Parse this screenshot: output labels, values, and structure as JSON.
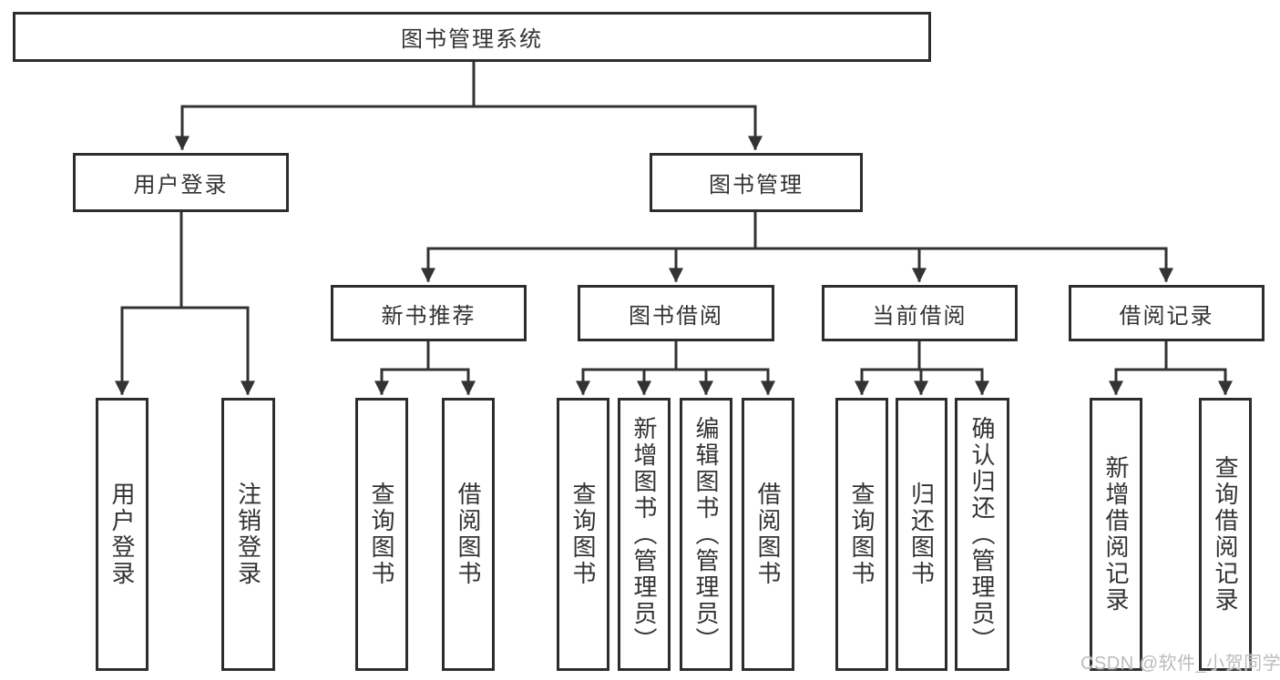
{
  "diagram": {
    "root": {
      "label": "图书管理系统"
    },
    "branches": [
      {
        "label": "用户登录",
        "children": [
          {
            "label": "用户登录"
          },
          {
            "label": "注销登录"
          }
        ]
      },
      {
        "label": "图书管理",
        "children": [
          {
            "label": "新书推荐",
            "children": [
              {
                "label": "查询图书"
              },
              {
                "label": "借阅图书"
              }
            ]
          },
          {
            "label": "图书借阅",
            "children": [
              {
                "label": "查询图书"
              },
              {
                "label": "新增图书（管理员）"
              },
              {
                "label": "编辑图书（管理员）"
              },
              {
                "label": "借阅图书"
              }
            ]
          },
          {
            "label": "当前借阅",
            "children": [
              {
                "label": "查询图书"
              },
              {
                "label": "归还图书"
              },
              {
                "label": "确认归还（管理员）"
              }
            ]
          },
          {
            "label": "借阅记录",
            "children": [
              {
                "label": "新增借阅记录"
              },
              {
                "label": "查询借阅记录"
              }
            ]
          }
        ]
      }
    ]
  },
  "watermark": {
    "text": "CSDN @软件_小贺同学"
  },
  "colors": {
    "line": "#333333",
    "box_border": "#2d2d2d",
    "text": "#333333",
    "watermark": "#bcbcbc",
    "background": "#ffffff"
  }
}
